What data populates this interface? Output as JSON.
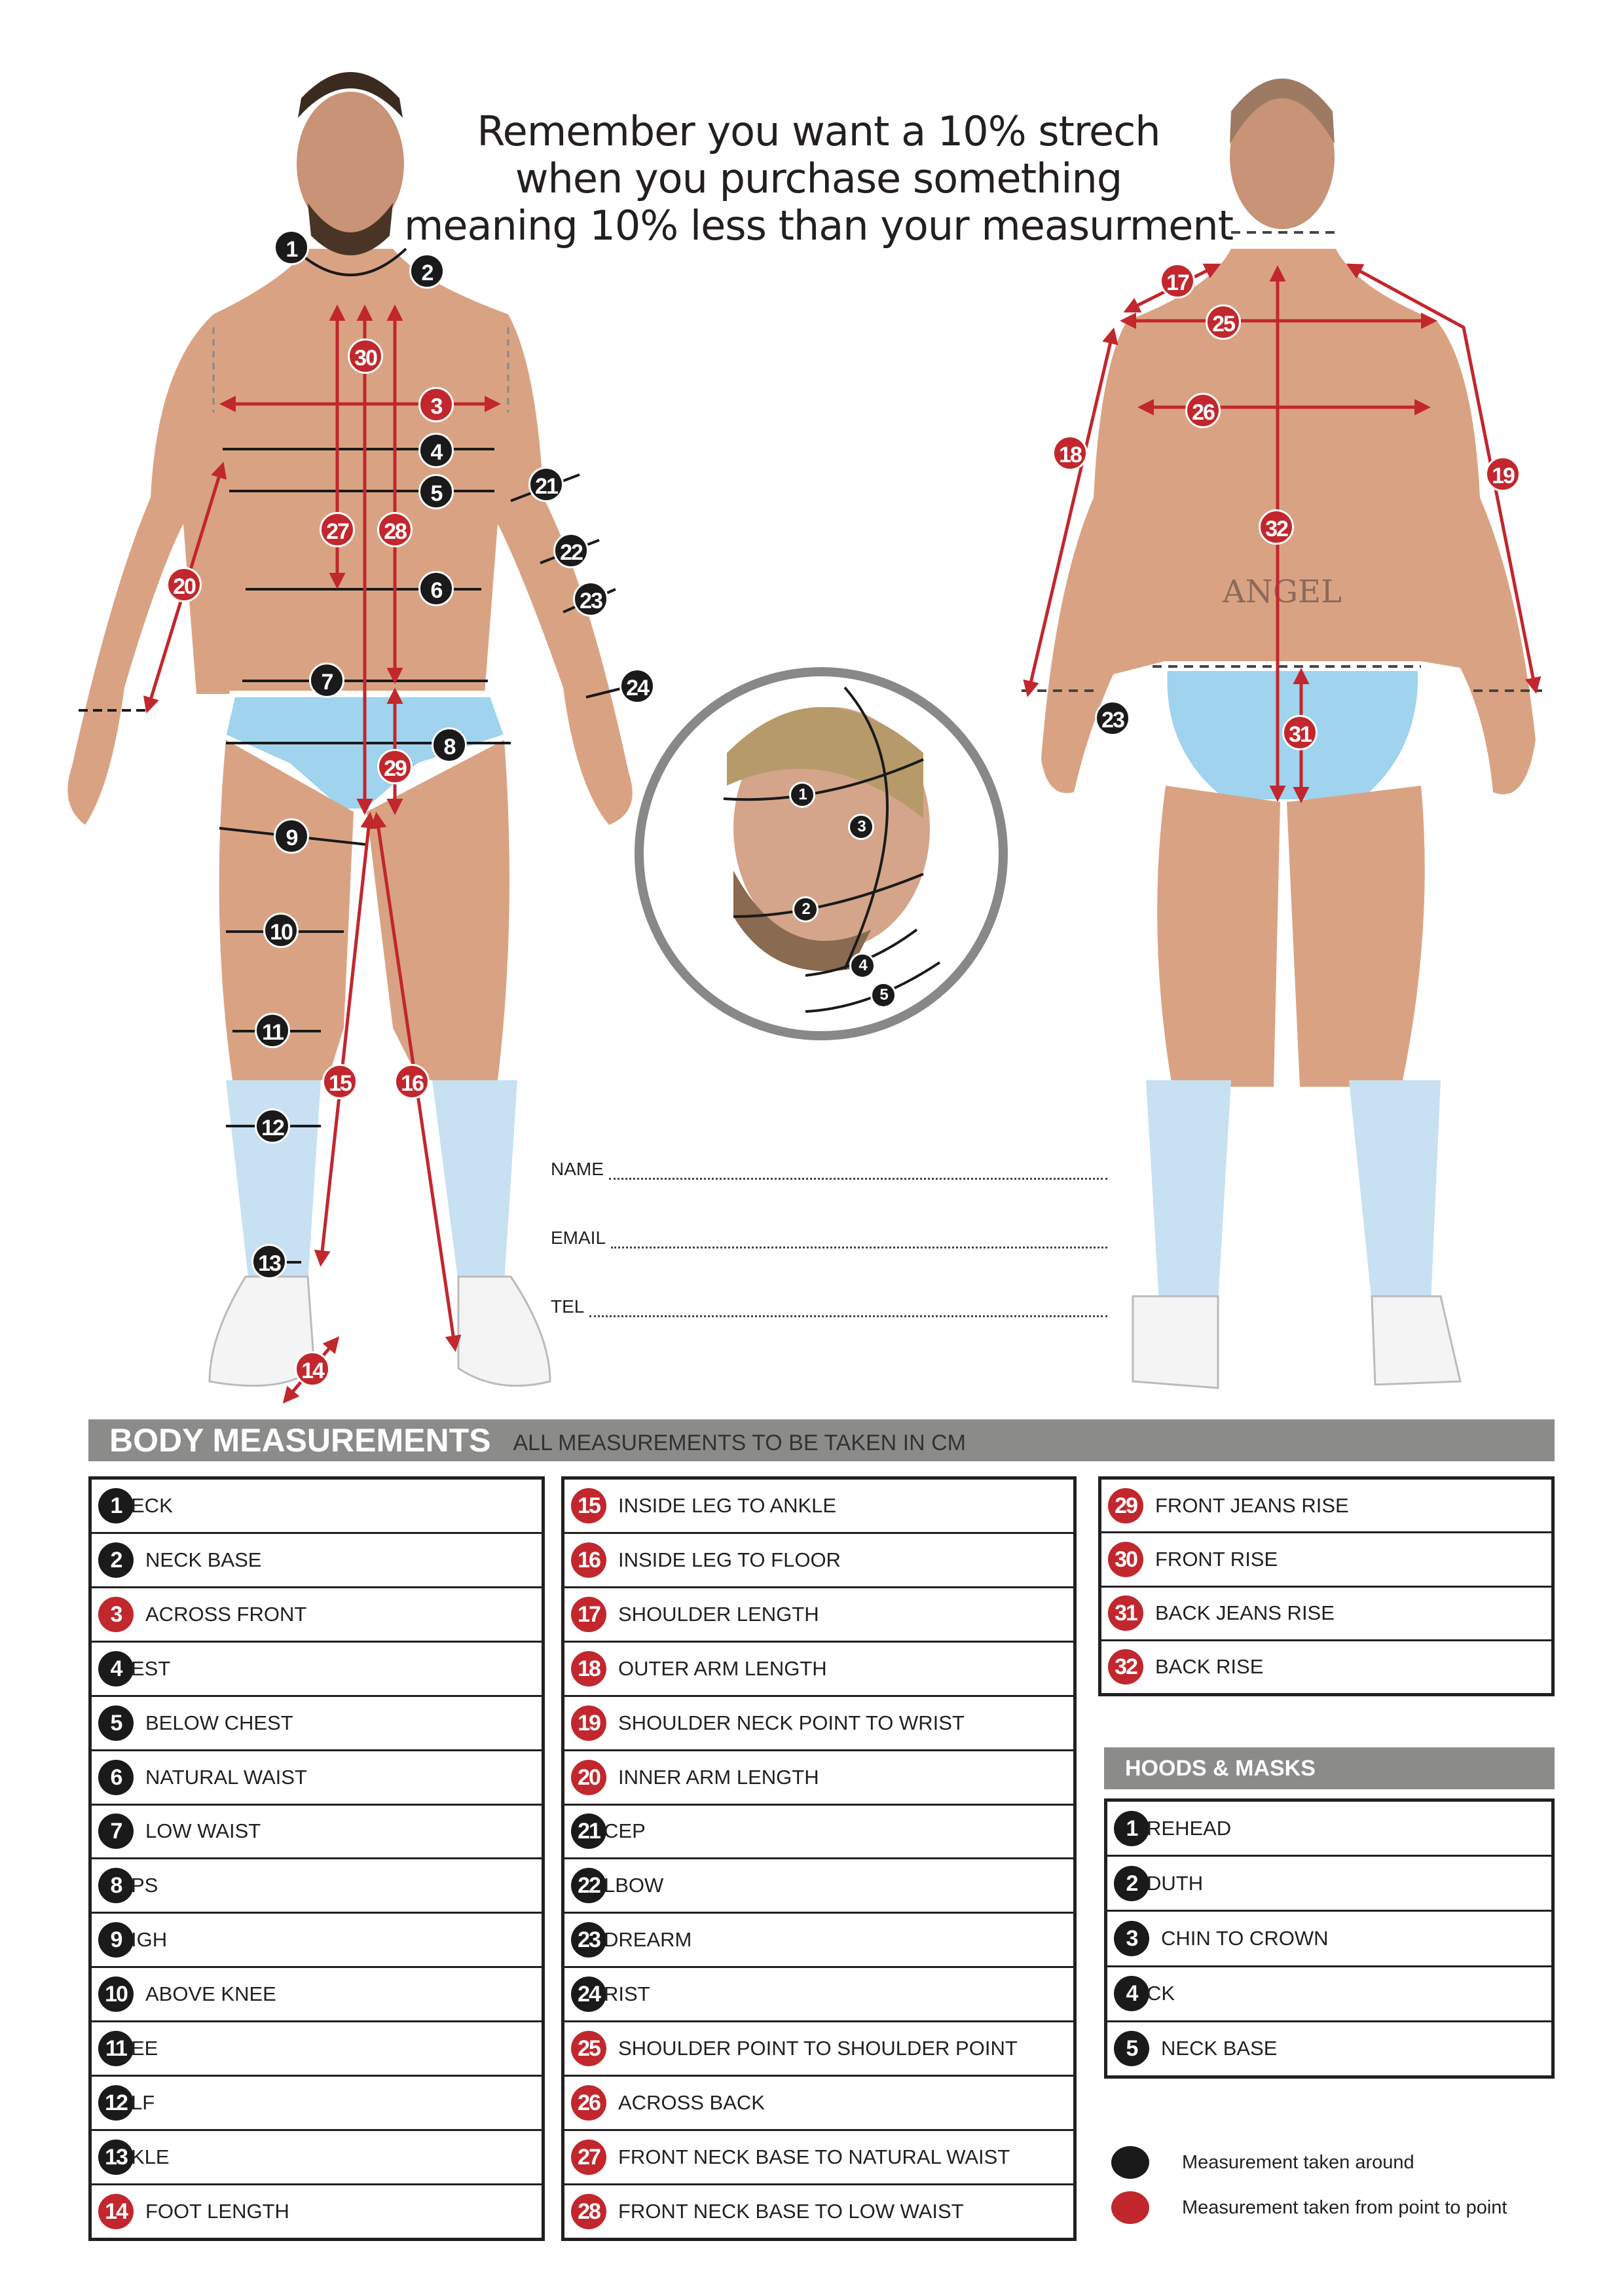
{
  "title": {
    "line1": "Remember you want a 10% strech",
    "line2": "when you purchase something",
    "line3": "meaning 10% less than your measurment"
  },
  "form": {
    "name": "NAME",
    "email": "EMAIL",
    "tel": "TEL"
  },
  "back_tattoo": "ANGEL",
  "body_measurements": {
    "title": "BODY MEASUREMENTS",
    "subtitle": "ALL MEASUREMENTS TO BE TAKEN IN CM",
    "items": [
      {
        "num": "1",
        "label": "ECK",
        "type": "around",
        "cut": true
      },
      {
        "num": "2",
        "label": "NECK BASE",
        "type": "around"
      },
      {
        "num": "3",
        "label": "ACROSS FRONT",
        "type": "point"
      },
      {
        "num": "4",
        "label": "EST",
        "type": "around",
        "cut": true
      },
      {
        "num": "5",
        "label": "BELOW CHEST",
        "type": "around"
      },
      {
        "num": "6",
        "label": "NATURAL WAIST",
        "type": "around"
      },
      {
        "num": "7",
        "label": "LOW WAIST",
        "type": "around"
      },
      {
        "num": "8",
        "label": "PS",
        "type": "around",
        "cut": true
      },
      {
        "num": "9",
        "label": "IGH",
        "type": "around",
        "cut": true
      },
      {
        "num": "10",
        "label": "ABOVE KNEE",
        "type": "around"
      },
      {
        "num": "11",
        "label": "EE",
        "type": "around",
        "cut": true
      },
      {
        "num": "12",
        "label": "LF",
        "type": "around",
        "cut": true
      },
      {
        "num": "13",
        "label": "KLE",
        "type": "around",
        "cut": true
      },
      {
        "num": "14",
        "label": "FOOT LENGTH",
        "type": "point"
      },
      {
        "num": "15",
        "label": "INSIDE LEG TO ANKLE",
        "type": "point"
      },
      {
        "num": "16",
        "label": "INSIDE LEG TO FLOOR",
        "type": "point"
      },
      {
        "num": "17",
        "label": "SHOULDER LENGTH",
        "type": "point"
      },
      {
        "num": "18",
        "label": "OUTER ARM LENGTH",
        "type": "point"
      },
      {
        "num": "19",
        "label": "SHOULDER NECK POINT TO WRIST",
        "type": "point"
      },
      {
        "num": "20",
        "label": "INNER ARM LENGTH",
        "type": "point"
      },
      {
        "num": "21",
        "label": "CEP",
        "type": "around",
        "cut": true
      },
      {
        "num": "22",
        "label": "LBOW",
        "type": "around",
        "cut": true
      },
      {
        "num": "23",
        "label": "DREARM",
        "type": "around",
        "cut": true
      },
      {
        "num": "24",
        "label": "RIST",
        "type": "around",
        "cut": true
      },
      {
        "num": "25",
        "label": "SHOULDER POINT TO SHOULDER POINT",
        "type": "point"
      },
      {
        "num": "26",
        "label": "ACROSS BACK",
        "type": "point"
      },
      {
        "num": "27",
        "label": "FRONT NECK BASE TO NATURAL WAIST",
        "type": "point"
      },
      {
        "num": "28",
        "label": "FRONT NECK BASE TO LOW WAIST",
        "type": "point"
      },
      {
        "num": "29",
        "label": "FRONT JEANS RISE",
        "type": "point"
      },
      {
        "num": "30",
        "label": "FRONT RISE",
        "type": "point"
      },
      {
        "num": "31",
        "label": "BACK JEANS RISE",
        "type": "point"
      },
      {
        "num": "32",
        "label": "BACK RISE",
        "type": "point"
      }
    ]
  },
  "hoods_masks": {
    "title": "HOODS & MASKS",
    "items": [
      {
        "num": "1",
        "label": "REHEAD",
        "type": "around",
        "cut": true
      },
      {
        "num": "2",
        "label": "DUTH",
        "type": "around",
        "cut": true
      },
      {
        "num": "3",
        "label": "CHIN TO CROWN",
        "type": "around"
      },
      {
        "num": "4",
        "label": "CK",
        "type": "around",
        "cut": true
      },
      {
        "num": "5",
        "label": "NECK BASE",
        "type": "around"
      }
    ]
  },
  "legend": {
    "around": "Measurement taken around",
    "point": "Measurement taken from point to point"
  },
  "colors": {
    "around": "#1a1a1a",
    "point": "#c1272d",
    "bar": "#8b8b8a",
    "briefs": "#9fd3ee"
  },
  "figure_markers": {
    "front": [
      "1",
      "2",
      "30",
      "3",
      "4",
      "5",
      "21",
      "27",
      "28",
      "22",
      "23",
      "6",
      "20",
      "7",
      "24",
      "8",
      "29",
      "9",
      "10",
      "11",
      "15",
      "16",
      "12",
      "13",
      "14"
    ],
    "back": [
      "17",
      "25",
      "26",
      "18",
      "19",
      "32",
      "23",
      "31"
    ],
    "head": [
      "1",
      "3",
      "2",
      "4",
      "5"
    ]
  }
}
